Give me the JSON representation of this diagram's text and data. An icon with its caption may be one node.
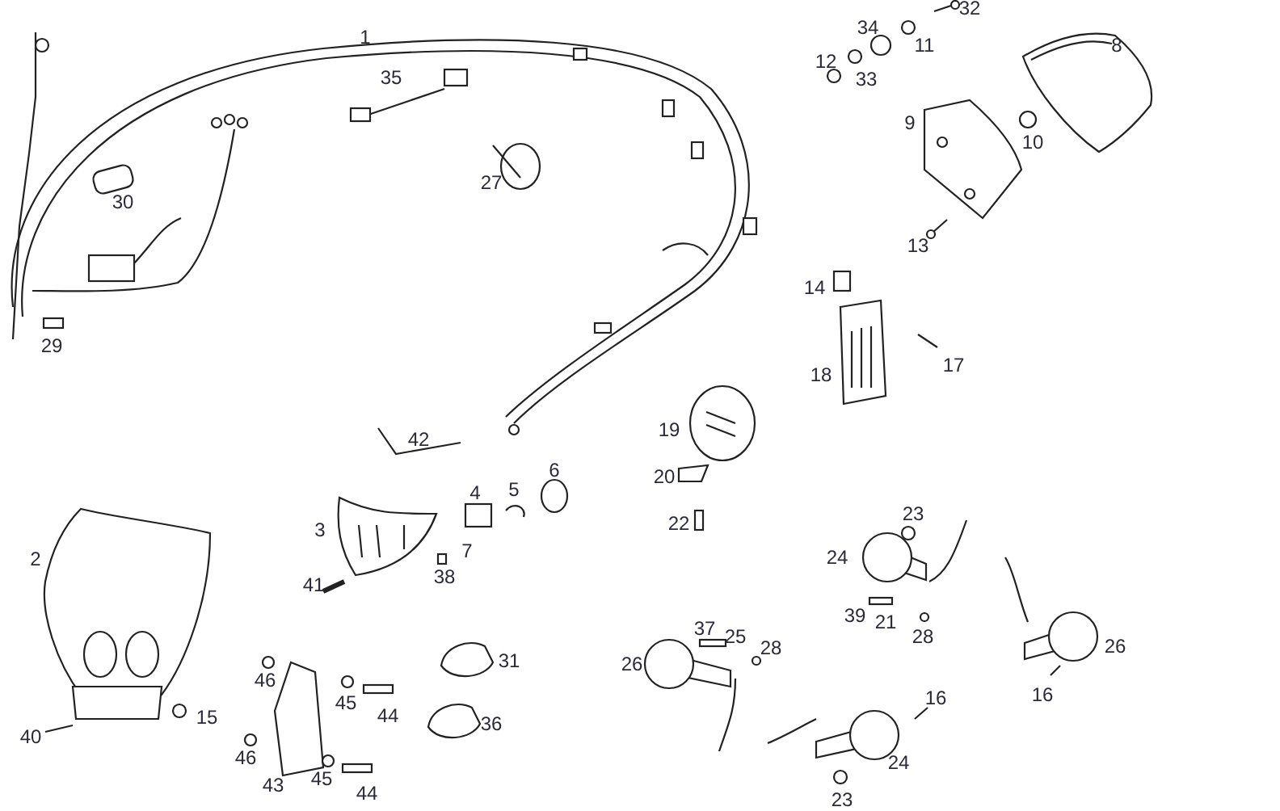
{
  "diagram": {
    "labels": [
      "1",
      "32",
      "34",
      "11",
      "8",
      "35",
      "12",
      "33",
      "9",
      "10",
      "27",
      "30",
      "13",
      "14",
      "17",
      "29",
      "18",
      "19",
      "42",
      "6",
      "20",
      "4",
      "5",
      "22",
      "3",
      "23",
      "2",
      "7",
      "24",
      "38",
      "41",
      "39",
      "21",
      "37",
      "25",
      "28",
      "28",
      "26",
      "31",
      "26",
      "46",
      "45",
      "44",
      "16",
      "16",
      "36",
      "40",
      "15",
      "46",
      "24",
      "43",
      "45",
      "23",
      "44"
    ]
  }
}
